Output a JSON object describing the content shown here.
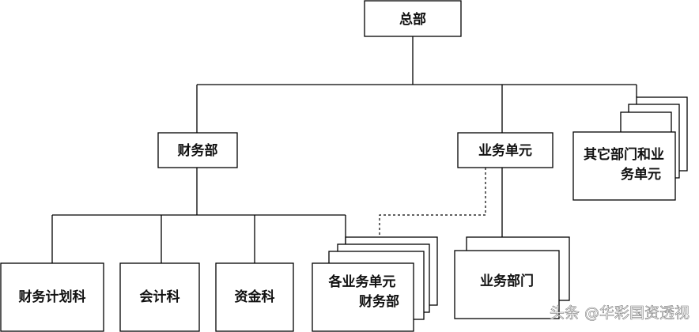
{
  "nodes": {
    "hq": "总部",
    "finance_dept": "财务部",
    "business_unit": "业务单元",
    "other_line1": "其它部门和业",
    "other_line2": "务单元",
    "planning": "财务计划科",
    "accounting": "会计科",
    "funds": "资金科",
    "unit_fin_line1": "各业务单元",
    "unit_fin_line2": "财务部",
    "business_dept": "业务部门"
  },
  "watermark": "头条 @华彩国资透视"
}
